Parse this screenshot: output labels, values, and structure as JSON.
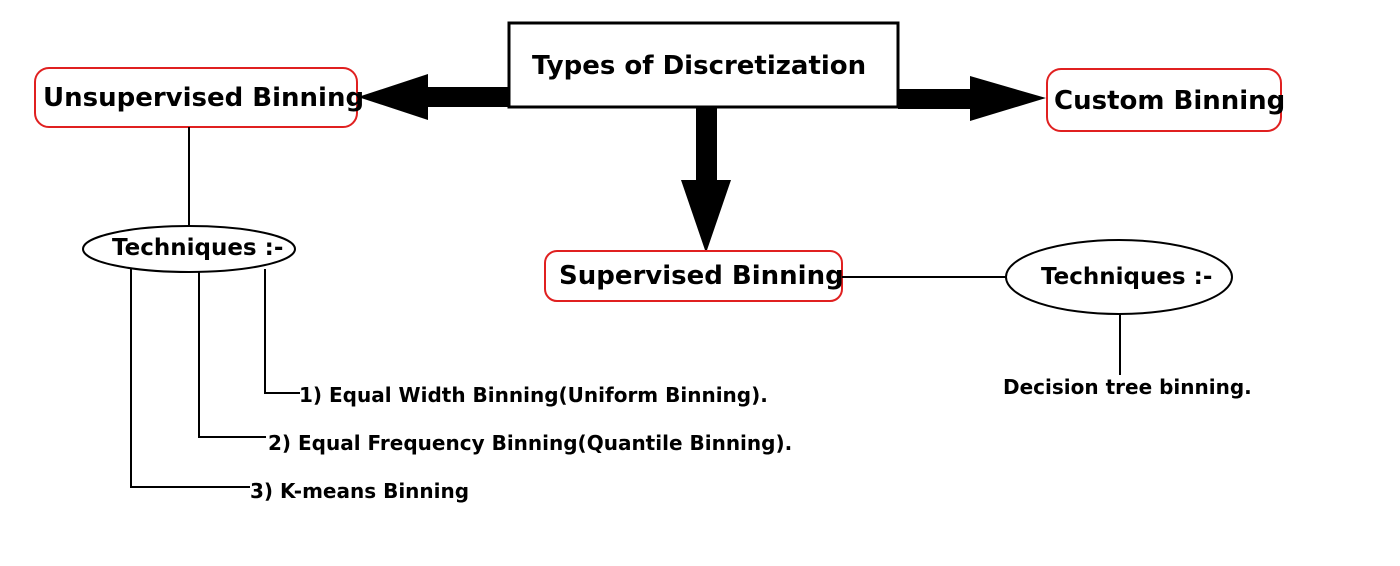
{
  "diagram": {
    "title": "Types of Discretization",
    "unsupervised": {
      "label": "Unsupervised Binning",
      "techniques_label": "Techniques :-",
      "techniques": [
        "1) Equal Width Binning(Uniform Binning).",
        "2) Equal Frequency Binning(Quantile Binning).",
        "3) K-means Binning"
      ]
    },
    "supervised": {
      "label": "Supervised Binning",
      "techniques_label": "Techniques :-",
      "techniques": [
        "Decision tree binning."
      ]
    },
    "custom": {
      "label": "Custom Binning"
    }
  },
  "colors": {
    "border_red": "#e02020",
    "line": "#000000",
    "background": "#ffffff"
  }
}
